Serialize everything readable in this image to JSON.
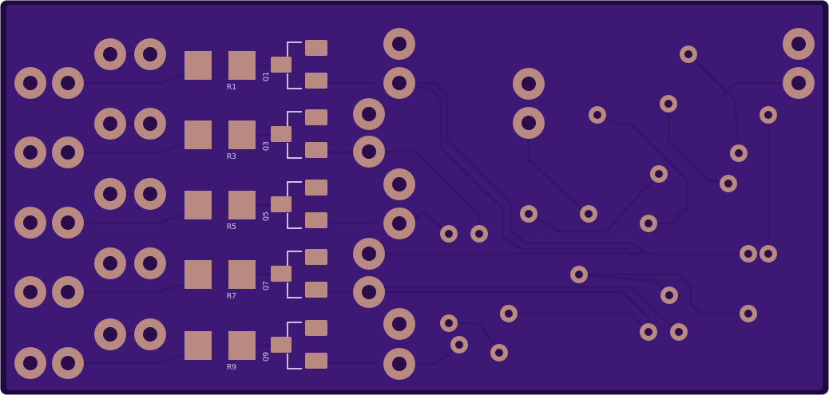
{
  "board": {
    "colors": {
      "substrate": "#3d1874",
      "edge": "#1f0a3d",
      "trace": "#37136b",
      "copper_pad": "#b88a82",
      "drill_hole": "#2a0d4a",
      "silkscreen": "#c9c0e6"
    }
  },
  "channels": [
    {
      "resistor": "R1",
      "transistor": "Q1"
    },
    {
      "resistor": "R3",
      "transistor": "Q3"
    },
    {
      "resistor": "R5",
      "transistor": "Q5"
    },
    {
      "resistor": "R7",
      "transistor": "Q7"
    },
    {
      "resistor": "R9",
      "transistor": "Q9"
    }
  ]
}
